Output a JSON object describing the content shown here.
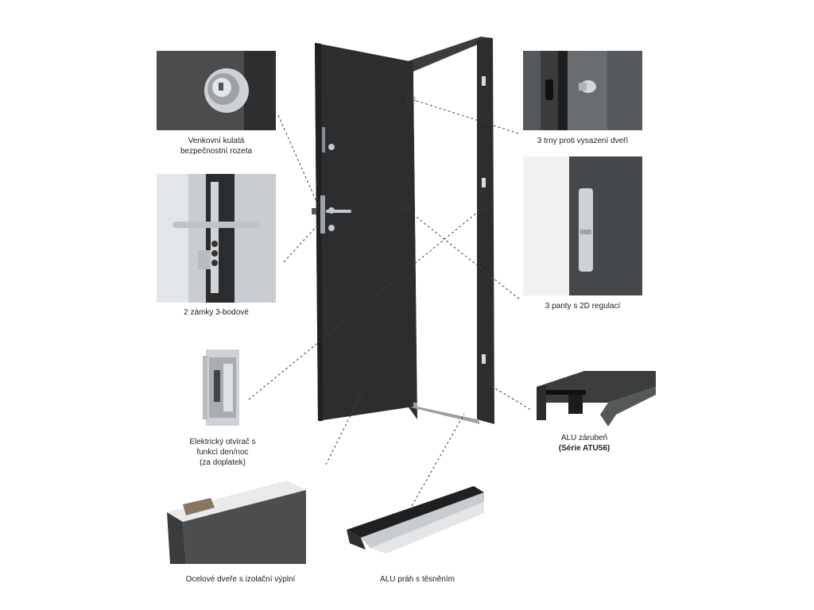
{
  "captions": {
    "rosette": [
      "Venkovní kulatá",
      "bezpečnostní rozeta"
    ],
    "locks": [
      "2 zámky 3-bodové"
    ],
    "strike": [
      "Elektrický otvírač s",
      "funkcí den/noc",
      "(za doplatek)"
    ],
    "panel": [
      "Ocelové dveře s izolační výplní"
    ],
    "threshold": [
      "ALU práh s těsněním"
    ],
    "pins": [
      "3 trny proti vysazení dveří"
    ],
    "hinges": [
      "3 panty s 2D regulací"
    ],
    "frame": [
      "ALU zárubeň",
      "(Série ATU56)"
    ]
  },
  "colors": {
    "door": "#2b2d2f",
    "frame": "#2e3032",
    "steel": "#c8cacc",
    "leader": "#444444"
  }
}
